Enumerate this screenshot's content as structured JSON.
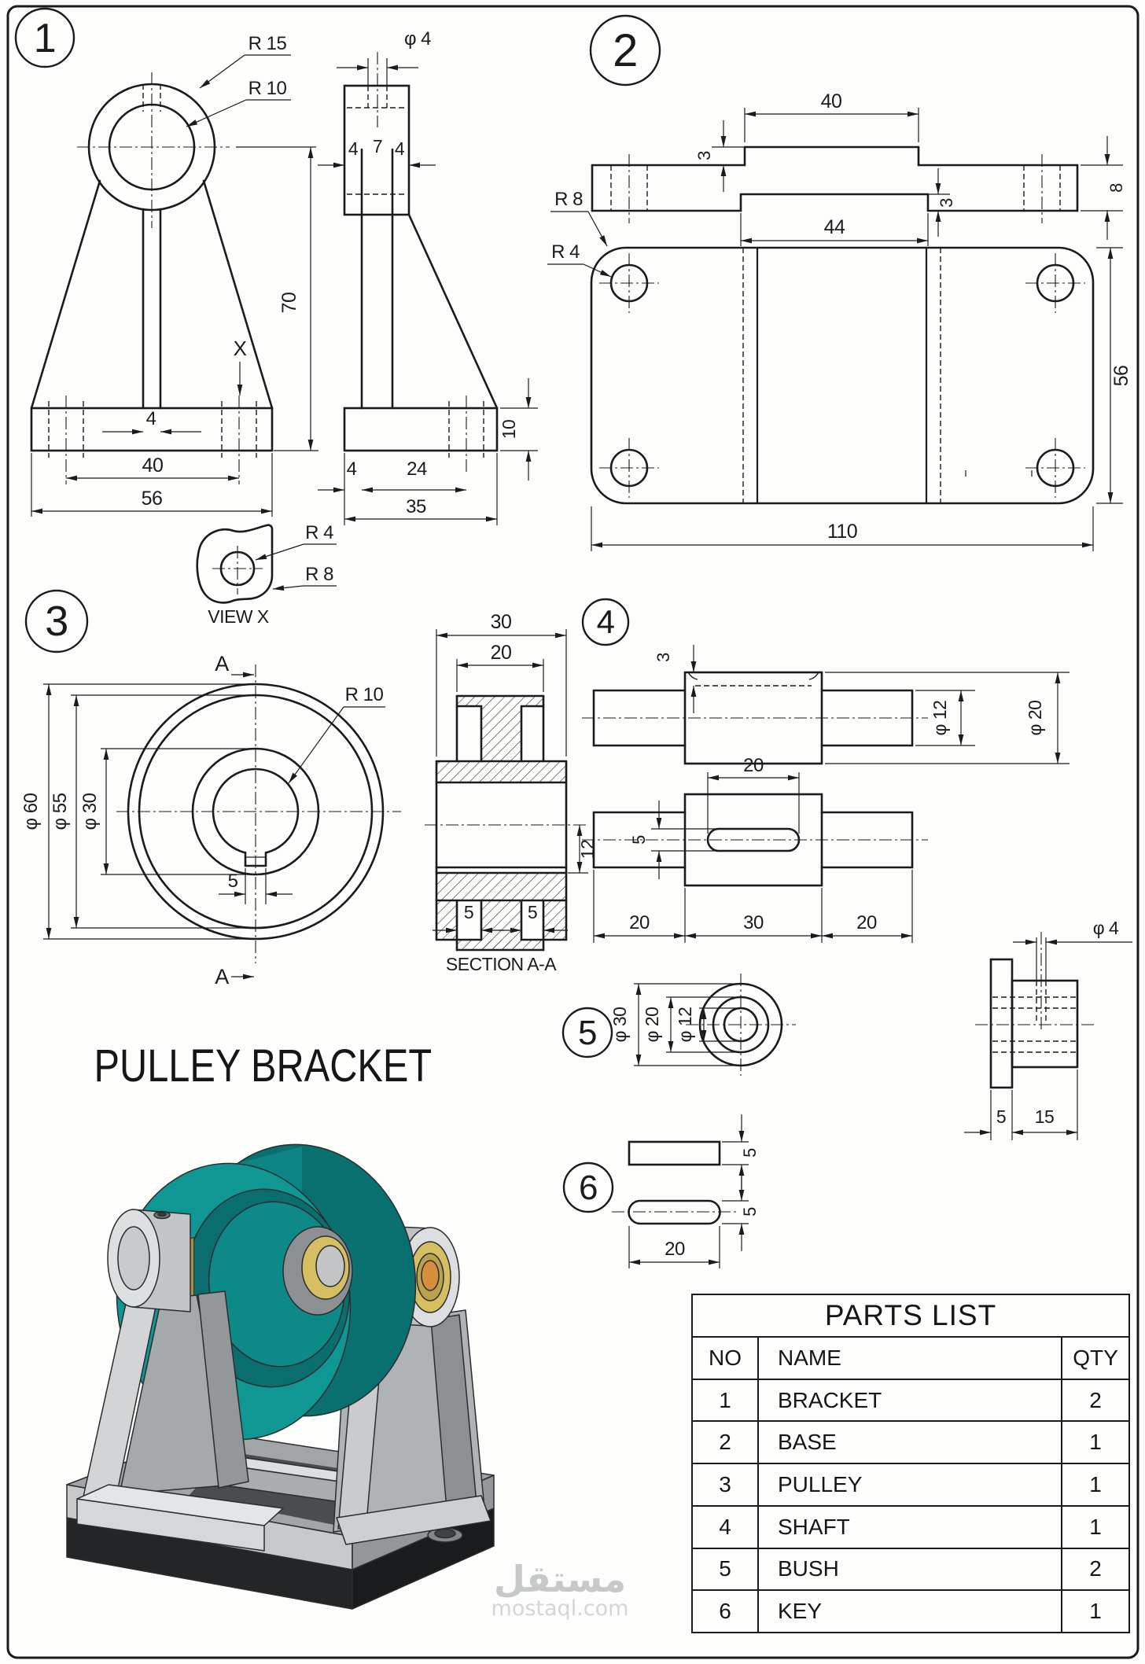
{
  "page": {
    "title": "PULLEY BRACKET",
    "watermark_arabic": "مستقل",
    "watermark_domain": "mostaql.com"
  },
  "balloons": {
    "b1": "1",
    "b2": "2",
    "b3": "3",
    "b4": "4",
    "b5": "5",
    "b6": "6"
  },
  "part1": {
    "front": {
      "leader_r15": "R 15",
      "leader_r10": "R 10",
      "dim_height": "70",
      "dim_slot": "4",
      "dim_hole_centers": "40",
      "dim_width": "56",
      "view_label": "X"
    },
    "side": {
      "dim_hole": "φ 4",
      "dim_plate_left": "4",
      "dim_gap": "7",
      "dim_plate_right": "4",
      "dim_base_step": "4",
      "dim_base_hole": "24",
      "dim_base_width": "35",
      "dim_base_height": "10"
    },
    "view_x": {
      "caption": "VIEW X",
      "leader_r4": "R 4",
      "leader_r8": "R 8"
    }
  },
  "part2": {
    "front": {
      "dim_boss_width": "40",
      "dim_boss_height": "3",
      "dim_recess_width": "44",
      "dim_recess_depth": "3",
      "dim_thickness": "8"
    },
    "top": {
      "leader_r8": "R 8",
      "leader_r4": "R 4",
      "dim_depth": "56",
      "dim_length": "110"
    }
  },
  "part3": {
    "front": {
      "dim_d60": "φ 60",
      "dim_d55": "φ 55",
      "dim_d30": "φ 30",
      "leader_r10": "R 10",
      "dim_keyway": "5",
      "section_label_top": "A",
      "section_label_bottom": "A"
    },
    "section": {
      "dim_width": "30",
      "dim_groove": "20",
      "dim_hub": "12",
      "dim_flange_left": "5",
      "dim_flange_right": "5",
      "caption": "SECTION A-A"
    }
  },
  "part4": {
    "front": {
      "dim_keyseat_depth": "3",
      "dim_d12": "φ 12",
      "dim_d20": "φ 20"
    },
    "top": {
      "dim_keyway_length": "20",
      "dim_keyway_width": "5",
      "dim_left": "20",
      "dim_middle": "30",
      "dim_right": "20"
    }
  },
  "part5": {
    "front": {
      "dim_d30": "φ 30",
      "dim_d20": "φ 20",
      "dim_d12": "φ 12"
    },
    "side": {
      "dim_hole": "φ 4",
      "dim_flange": "5",
      "dim_body": "15"
    }
  },
  "part6": {
    "dim_height_top": "5",
    "dim_height_bottom": "5",
    "dim_length": "20"
  },
  "parts_list": {
    "title": "PARTS LIST",
    "columns": {
      "no": "NO",
      "name": "NAME",
      "qty": "QTY"
    },
    "rows": [
      {
        "no": "1",
        "name": "BRACKET",
        "qty": "2"
      },
      {
        "no": "2",
        "name": "BASE",
        "qty": "1"
      },
      {
        "no": "3",
        "name": "PULLEY",
        "qty": "1"
      },
      {
        "no": "4",
        "name": "SHAFT",
        "qty": "1"
      },
      {
        "no": "5",
        "name": "BUSH",
        "qty": "2"
      },
      {
        "no": "6",
        "name": "KEY",
        "qty": "1"
      }
    ]
  },
  "colors": {
    "pulley": "#0e8f8f",
    "brass": "#d6be62",
    "steel": "#b6b9bc",
    "base_dark": "#232527",
    "shaft": "#d78e3c",
    "line": "#1b1b1b"
  }
}
